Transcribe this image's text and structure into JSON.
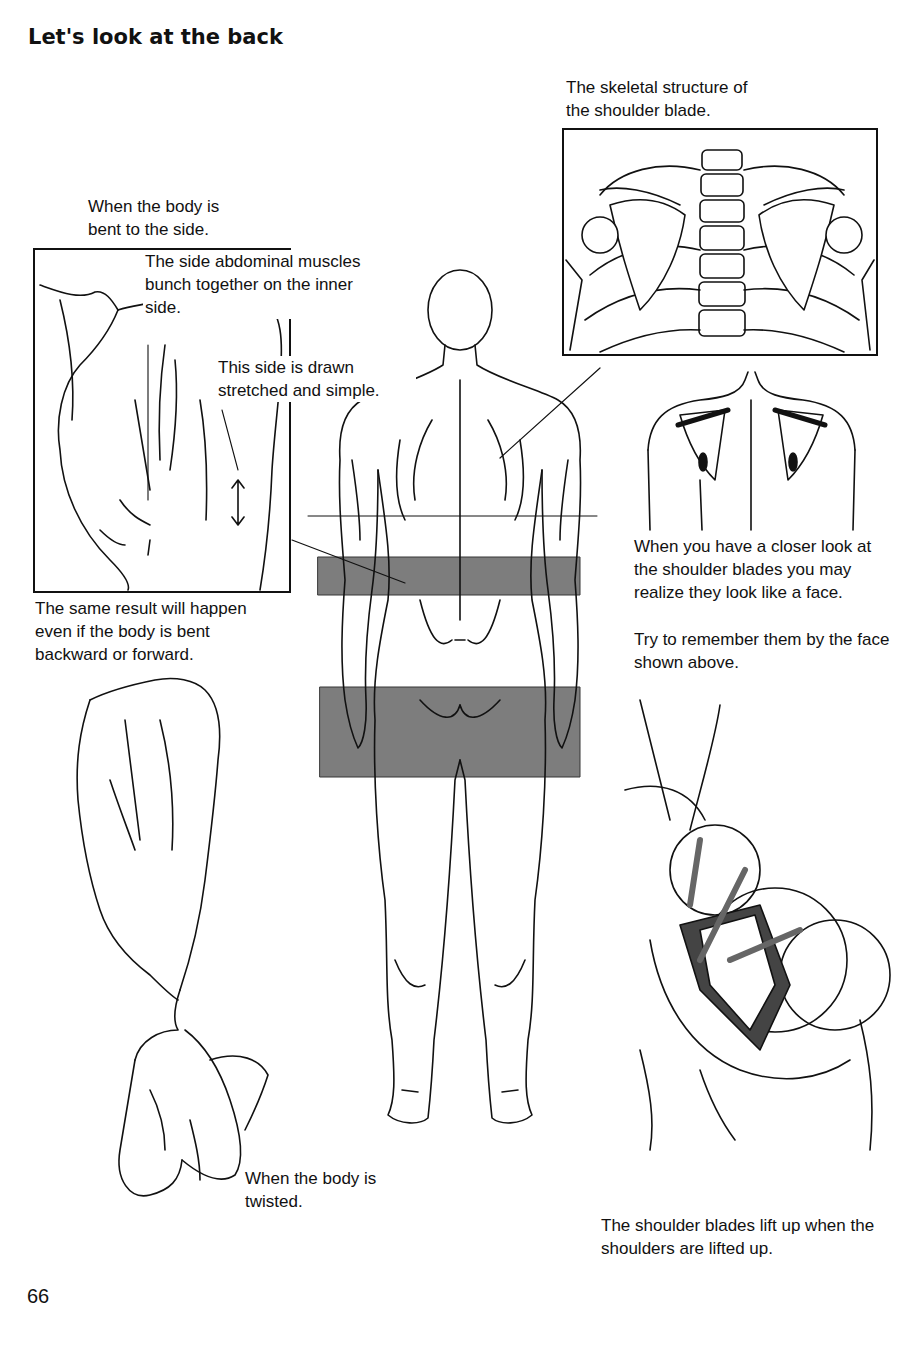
{
  "diagram": {
    "title": "Let's look at the back",
    "nodes": [
      {
        "text": [
          "When the body is bent to the side."
        ]
      },
      {
        "text": [
          "The skeletal structure of the shoulder blade."
        ]
      }
    ],
    "labels": [
      "The side abdominal muscles bunch together on the inner side.",
      "This side is drawn stretched and simple.",
      "The same result will happen even if the body is bent backward or forward.",
      "When you have a closer look at the shoulder blades you may realize they look like a face.",
      "Try to remember them by the face shown above.",
      "When the body is twisted.",
      "The shoulder blades lift up when the shoulders are lifted up.",
      "66"
    ]
  }
}
